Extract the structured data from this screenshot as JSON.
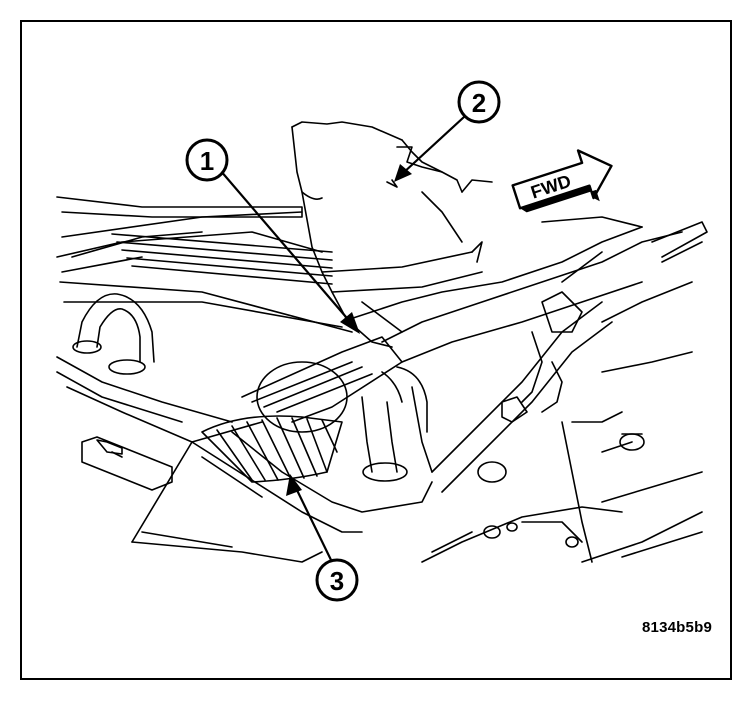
{
  "figure": {
    "id_label": "8134b5b9",
    "direction_label": "FWD",
    "callouts": [
      {
        "label": "1"
      },
      {
        "label": "2"
      },
      {
        "label": "3"
      }
    ]
  },
  "colors": {
    "ink": "#000000",
    "paper": "#ffffff"
  }
}
